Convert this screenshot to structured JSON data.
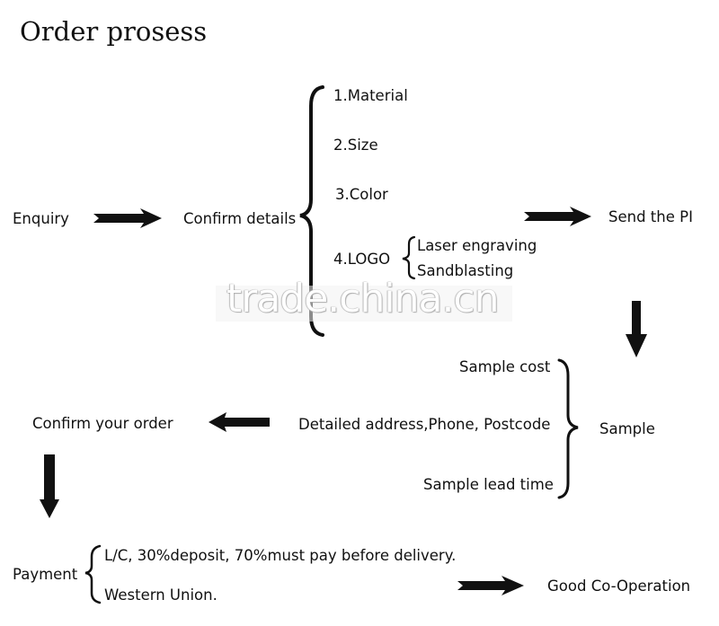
{
  "title": "Order prosess",
  "nodes": {
    "enquiry": "Enquiry",
    "confirm_details": "Confirm details",
    "send_pi": "Send the PI",
    "sample": "Sample",
    "confirm_order": "Confirm your order",
    "payment": "Payment",
    "good_cooperation": "Good Co-Operation"
  },
  "details": {
    "material": "1.Material",
    "size": "2.Size",
    "color": "3.Color",
    "logo": "4.LOGO",
    "logo_options": [
      "Laser engraving",
      "Sandblasting"
    ]
  },
  "sample_items": {
    "cost": "Sample cost",
    "address": "Detailed address,Phone, Postcode",
    "lead_time": "Sample lead time"
  },
  "payment_options": {
    "lc": "L/C,  30%deposit, 70%must pay before delivery.",
    "western_union": "Western Union."
  },
  "watermark": "trade.china.cn",
  "colors": {
    "ink": "#111111",
    "background": "#ffffff"
  }
}
